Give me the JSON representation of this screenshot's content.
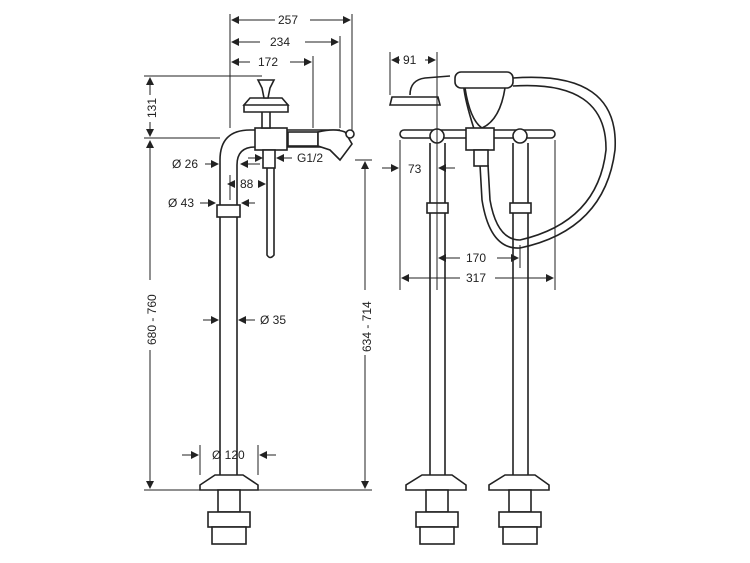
{
  "dimensions": {
    "overall_reach": "257",
    "spout_reach": "234",
    "handle_reach": "172",
    "handle_height": "131",
    "pipe_diameter_upper": "Ø 26",
    "connection_thread": "G1/2",
    "spout_offset": "88",
    "collar_diameter": "Ø 43",
    "total_height": "680 - 760",
    "pipe_diameter": "Ø 35",
    "spout_height": "634 - 714",
    "base_diameter": "Ø 120",
    "shower_offset": "91",
    "side_offset": "73",
    "pipe_spacing": "170",
    "overall_width": "317"
  }
}
